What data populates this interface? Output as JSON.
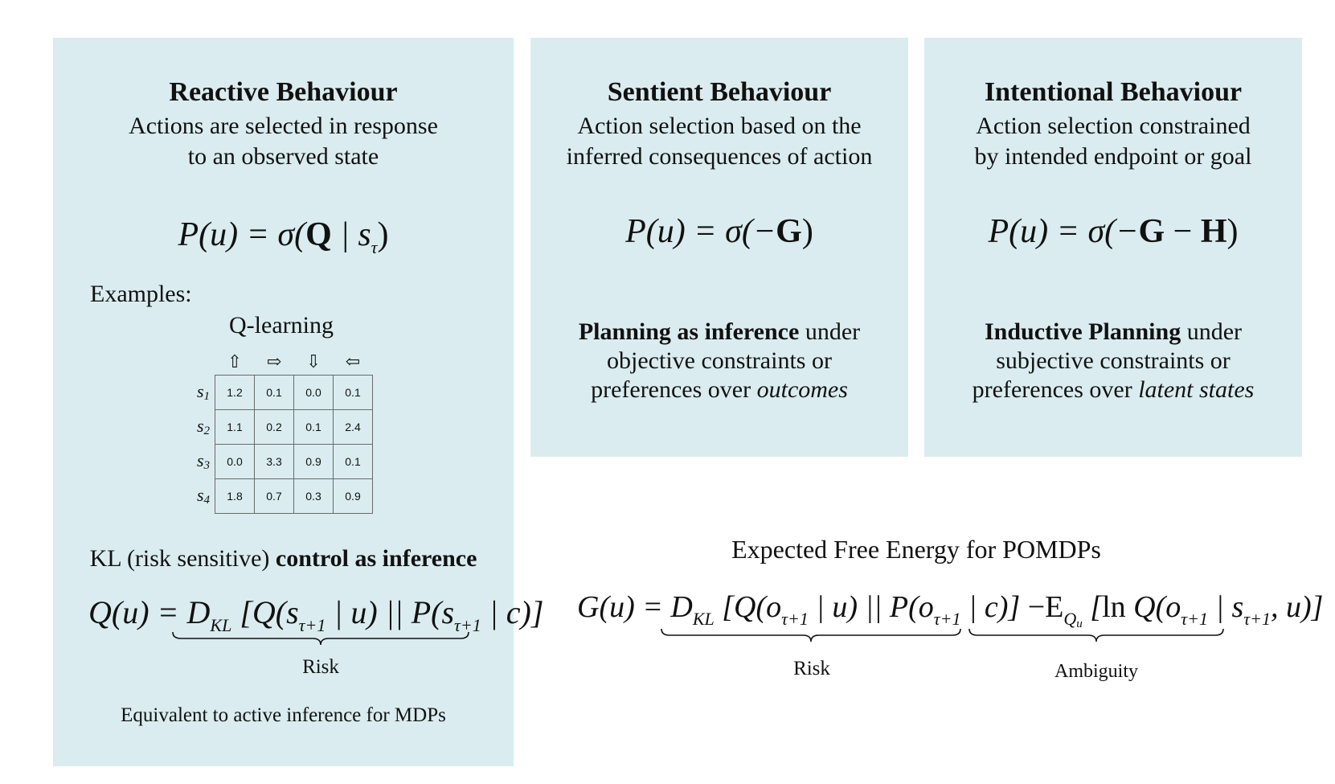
{
  "panels": {
    "reactive": {
      "title": "Reactive Behaviour",
      "subtitle_line1": "Actions are selected in response",
      "subtitle_line2": "to an observed state",
      "equation": {
        "lhs": "P(u) = σ(",
        "bold": "Q",
        "rest": " | s",
        "sub": "τ",
        "close": ")"
      },
      "examples_label": "Examples:",
      "qlearning_label": "Q-learning",
      "qtable": {
        "col_icons": [
          "up-arrow-icon",
          "right-arrow-icon",
          "down-arrow-icon",
          "left-arrow-icon"
        ],
        "col_glyphs": [
          "⇧",
          "⇨",
          "⇩",
          "⇦"
        ],
        "rows": [
          {
            "state": "s",
            "idx": "1",
            "values": [
              "1.2",
              "0.1",
              "0.0",
              "0.1"
            ]
          },
          {
            "state": "s",
            "idx": "2",
            "values": [
              "1.1",
              "0.2",
              "0.1",
              "2.4"
            ]
          },
          {
            "state": "s",
            "idx": "3",
            "values": [
              "0.0",
              "3.3",
              "0.9",
              "0.1"
            ]
          },
          {
            "state": "s",
            "idx": "4",
            "values": [
              "1.8",
              "0.7",
              "0.3",
              "0.9"
            ]
          }
        ]
      },
      "kl_text_normal": "KL (risk sensitive) ",
      "kl_text_bold": "control as inference",
      "risk_label": "Risk",
      "footer": "Equivalent to active inference for MDPs"
    },
    "sentient": {
      "title": "Sentient Behaviour",
      "subtitle_line1": "Action selection based on the",
      "subtitle_line2": "inferred consequences of action",
      "equation": {
        "lhs": "P(u) = σ(−",
        "bold": "G",
        "close": ")"
      },
      "plan_bold": "Planning as inference",
      "plan_line1_rest": " under",
      "plan_line2": "objective constraints or",
      "plan_line3_pre": "preferences over ",
      "plan_line3_italic": "outcomes"
    },
    "intentional": {
      "title": "Intentional Behaviour",
      "subtitle_line1": "Action selection constrained",
      "subtitle_line2": "by intended endpoint or goal",
      "equation": {
        "lhs": "P(u) = σ(−",
        "bold1": "G",
        "mid": " − ",
        "bold2": "H",
        "close": ")"
      },
      "plan_bold": "Inductive Planning",
      "plan_line1_rest": " under",
      "plan_line2": "subjective constraints or",
      "plan_line3_pre": "preferences over ",
      "plan_line3_italic": "latent states"
    }
  },
  "efe": {
    "title": "Expected Free Energy for POMDPs",
    "risk_label": "Risk",
    "ambiguity_label": "Ambiguity"
  },
  "colors": {
    "panel_bg": "#daecef",
    "text": "#111111",
    "grid": "#6a6a6a"
  }
}
